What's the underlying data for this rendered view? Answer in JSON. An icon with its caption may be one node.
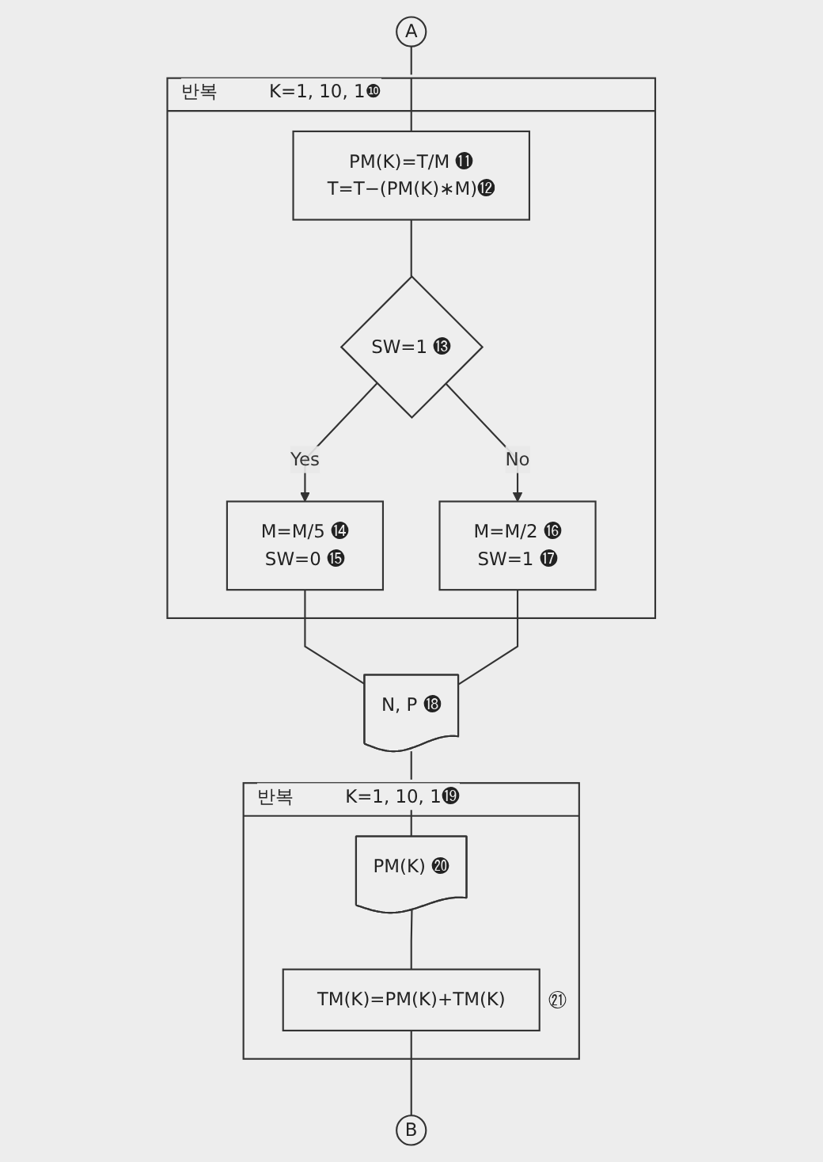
{
  "diagram": {
    "nodes": [
      {
        "text": [
          "B"
        ]
      },
      {
        "text": [
          "A"
        ]
      },
      {
        "text": [
          "반복",
          "K=1, 10, 1❿"
        ]
      },
      {
        "text": [
          "PM(K)=T/M ⓫",
          "T=T−(PM(K)∗M)⓬"
        ],
        "in": 2
      },
      {
        "text": [
          "SW=1 ⓭"
        ],
        "in": 2
      },
      {
        "text": [
          "M=M/5 ⓮",
          "SW=0 ⓯"
        ],
        "in": 2
      },
      {
        "text": [
          "M=M/2 ⓰",
          "SW=1 ⓱"
        ],
        "in": 2
      },
      {
        "text": [
          "N, P ⓲"
        ]
      },
      {
        "text": [
          "반복",
          "K=1, 10, 1⓳"
        ]
      },
      {
        "text": [
          "PM(K) ⓴"
        ],
        "in": 8
      },
      {
        "text": [
          "TM(K)=PM(K)+TM(K)"
        ],
        "beside": [
          "㉑"
        ],
        "in": 8
      }
    ],
    "edges": [
      {
        "from": 1,
        "to": 2,
        "arrow": "none"
      },
      {
        "from": 2,
        "to": 3,
        "arrow": "none"
      },
      {
        "from": 3,
        "to": 4,
        "arrow": "none"
      },
      {
        "from": 4,
        "to": 5,
        "label": "Yes",
        "arrow": "to"
      },
      {
        "from": 4,
        "to": 6,
        "label": "No",
        "arrow": "to"
      },
      {
        "from": 5,
        "to": 7,
        "arrow": "none"
      },
      {
        "from": 6,
        "to": 7,
        "arrow": "none"
      },
      {
        "from": 7,
        "to": 8,
        "arrow": "none"
      },
      {
        "from": 8,
        "to": 9,
        "arrow": "none"
      },
      {
        "from": 9,
        "to": 10,
        "arrow": "none"
      },
      {
        "from": 10,
        "to": 0,
        "arrow": "none"
      }
    ]
  }
}
